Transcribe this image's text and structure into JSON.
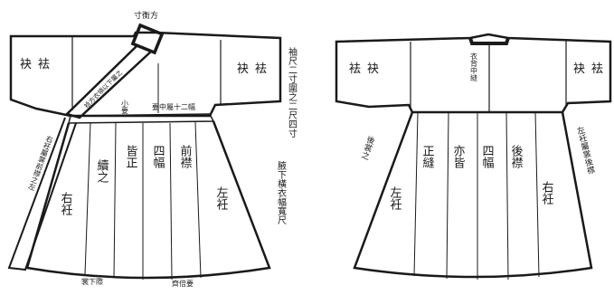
{
  "front": {
    "collar_label": "寸衡方",
    "left_cuff": "袂",
    "left_cuff_2": "袪",
    "right_cuff": "袂",
    "right_cuff_2": "袪",
    "neck_band_text": "袷方衣領以下屬之",
    "small_label": "小要",
    "waist_text": "要中屬十二幅",
    "right_note": "袖尺二寸圍之二尺四寸",
    "right_note_2": "腋下橫衣幅寬尺",
    "left_vertical": "右衽屬裳前襟之左",
    "panels": [
      "右衽",
      "續之",
      "皆正",
      "四幅",
      "前襟",
      "左衽"
    ],
    "hem_text": "裳下際",
    "hem_text_2": "齊倍要"
  },
  "back": {
    "left_cuff": "袪",
    "left_cuff_2": "袂",
    "right_cuff": "袂",
    "right_cuff_2": "袪",
    "center_text": "衣背中縫",
    "left_side_note": "後裳之",
    "right_side_note": "左衽屬裳後襟",
    "panels": [
      "左衽",
      "正縫",
      "亦皆",
      "四幅",
      "後襟",
      "右衽"
    ]
  },
  "colors": {
    "ink": "#1a1a1a",
    "paper": "#ffffff"
  }
}
